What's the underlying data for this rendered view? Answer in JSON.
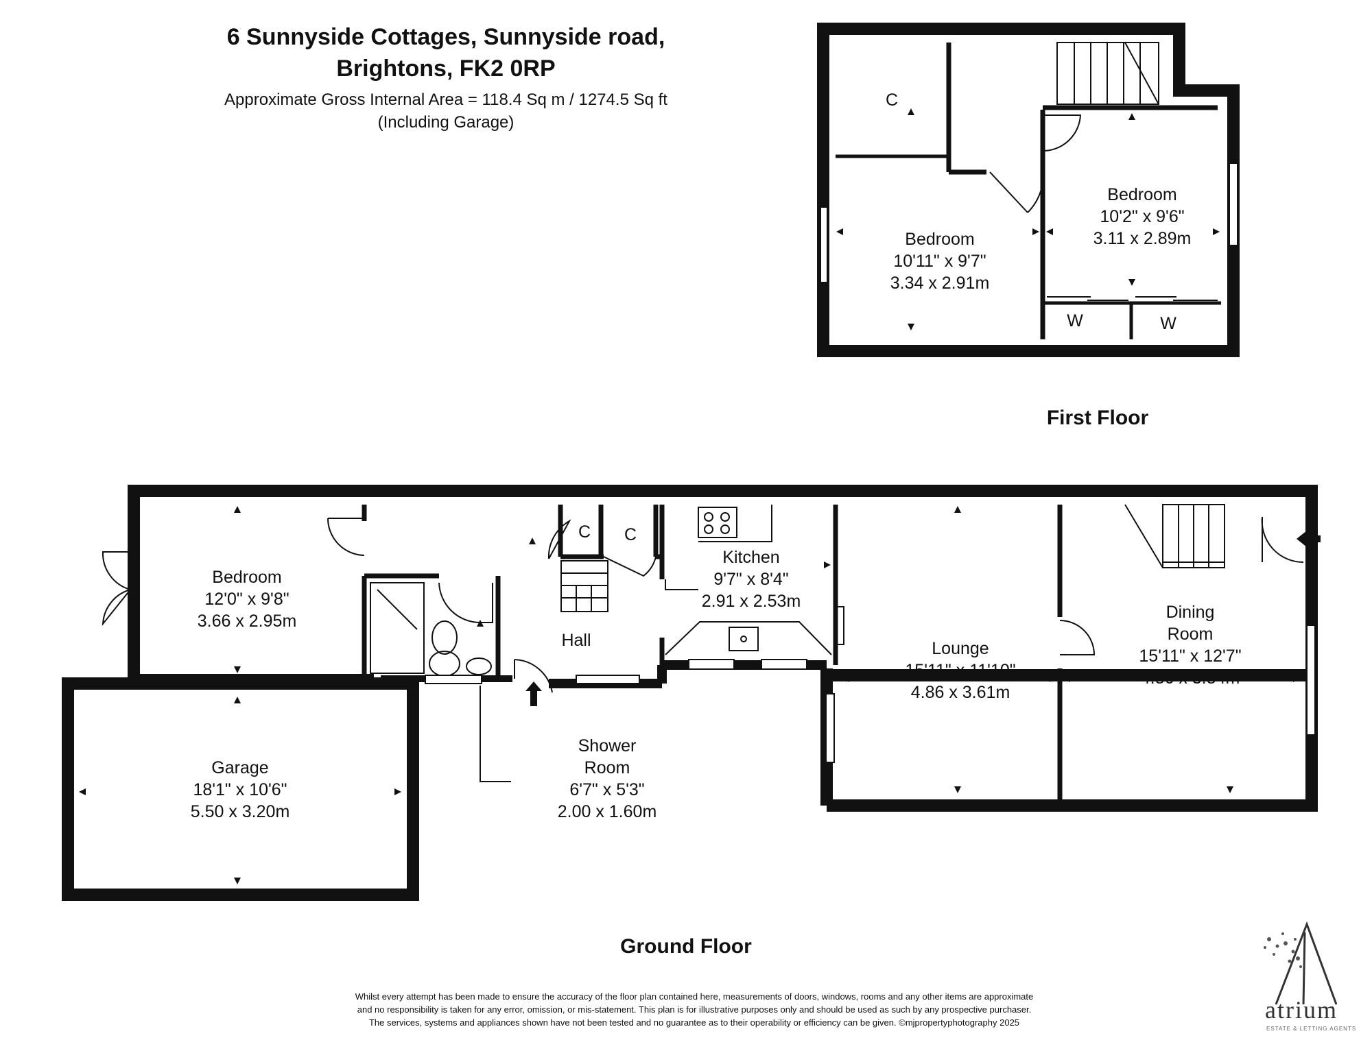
{
  "header": {
    "address_line1": "6 Sunnyside Cottages, Sunnyside road,",
    "address_line2": "Brightons, FK2 0RP",
    "area": "Approximate Gross Internal Area = 118.4 Sq m / 1274.5 Sq ft",
    "area_note": "(Including Garage)"
  },
  "first_floor": {
    "label": "First Floor",
    "cupboard": "C",
    "bedroom1": {
      "name": "Bedroom",
      "imperial": "10'11\" x 9'7\"",
      "metric": "3.34 x 2.91m"
    },
    "bedroom2": {
      "name": "Bedroom",
      "imperial": "10'2\" x 9'6\"",
      "metric": "3.11 x 2.89m"
    },
    "wardrobe1": "W",
    "wardrobe2": "W"
  },
  "ground_floor": {
    "label": "Ground Floor",
    "bedroom": {
      "name": "Bedroom",
      "imperial": "12'0\" x 9'8\"",
      "metric": "3.66 x 2.95m"
    },
    "cupboard1": "C",
    "cupboard2": "C",
    "kitchen": {
      "name": "Kitchen",
      "imperial": "9'7\" x 8'4\"",
      "metric": "2.91 x 2.53m"
    },
    "hall": "Hall",
    "lounge": {
      "name": "Lounge",
      "imperial": "15'11\" x 11'10\"",
      "metric": "4.86 x 3.61m"
    },
    "dining": {
      "name1": "Dining",
      "name2": "Room",
      "imperial": "15'11\" x 12'7\"",
      "metric": "4.86 x 3.84m"
    },
    "garage": {
      "name": "Garage",
      "imperial": "18'1\" x 10'6\"",
      "metric": "5.50 x 3.20m"
    },
    "shower": {
      "name1": "Shower",
      "name2": "Room",
      "imperial": "6'7\" x 5'3\"",
      "metric": "2.00 x 1.60m"
    }
  },
  "disclaimer": {
    "line1": "Whilst every attempt has been made to ensure the accuracy of the floor plan contained here, measurements of doors, windows, rooms and any other items are approximate",
    "line2": "and no responsibility is taken for any error, omission, or mis-statement. This plan is for illustrative purposes only and should be used as such by any prospective purchaser.",
    "line3": "The services, systems and appliances shown have not been tested and no guarantee as to their operability or efficiency can be given. ©mjpropertyphotography 2025"
  },
  "logo": {
    "name": "atrium",
    "tagline": "ESTATE & LETTING AGENTS"
  }
}
